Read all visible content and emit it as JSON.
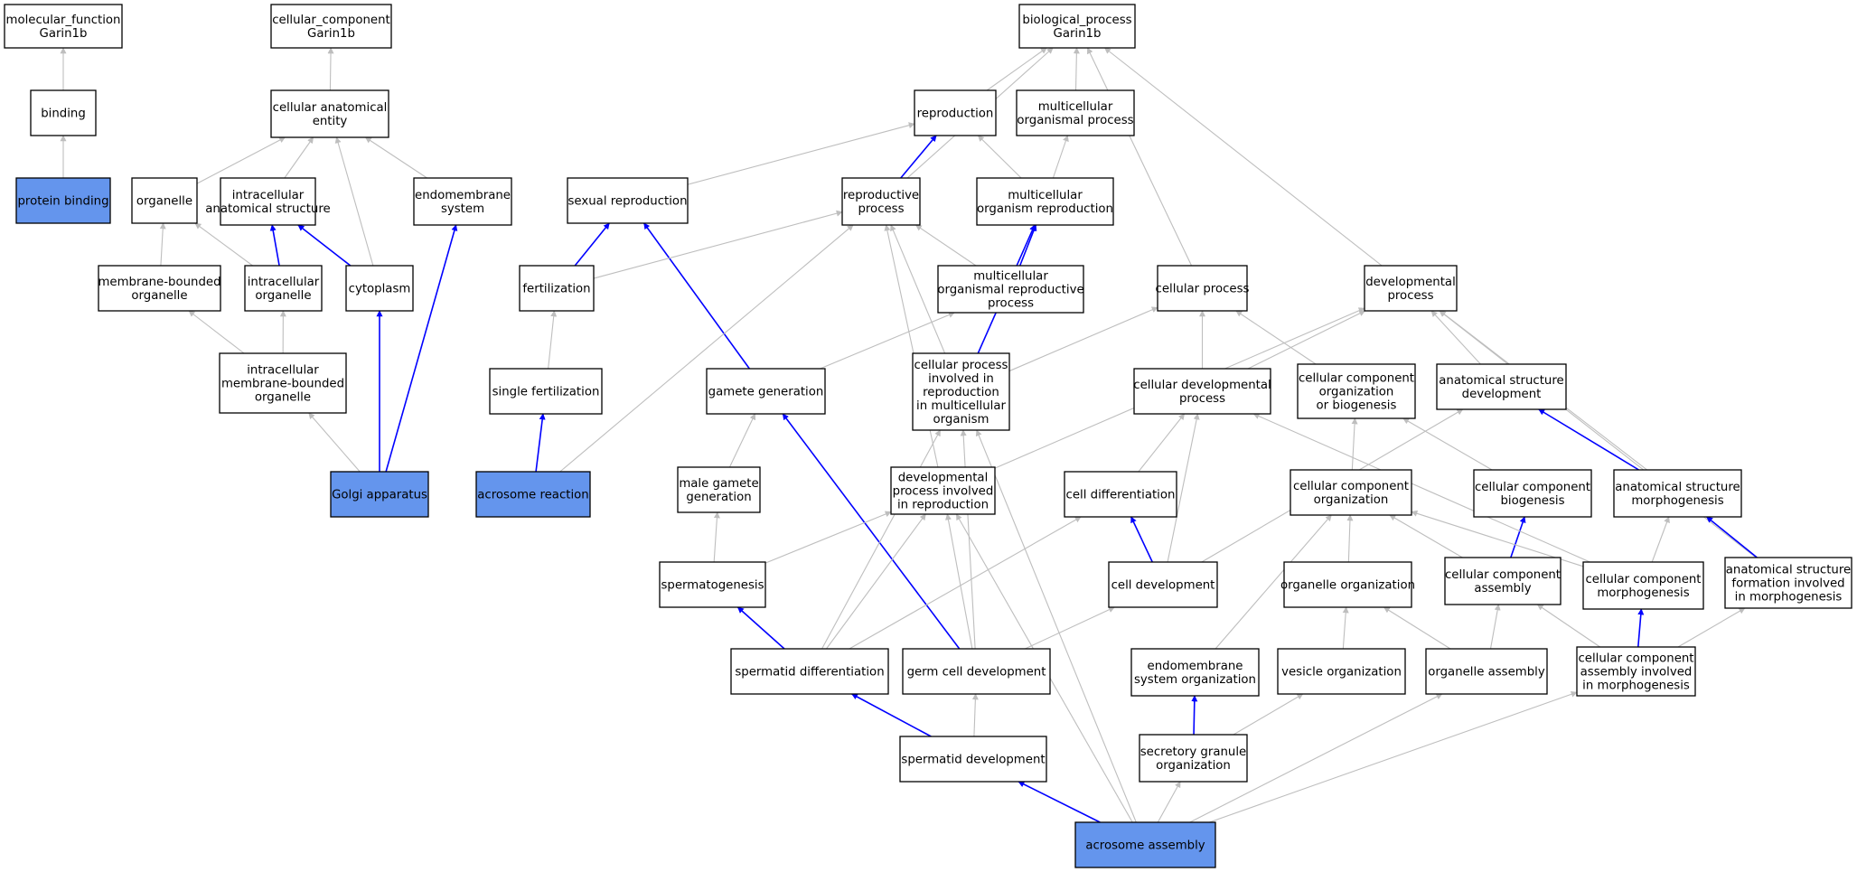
{
  "colors": {
    "node_fill": "#ffffff",
    "highlight_fill": "#6495ed",
    "node_border": "#000000",
    "edge_gray": "#bebebe",
    "edge_blue": "#0000ff"
  },
  "nodes": [
    {
      "id": "mf",
      "label": [
        "molecular_function",
        "Garin1b"
      ],
      "highlight": false
    },
    {
      "id": "binding",
      "label": [
        "binding"
      ],
      "highlight": false
    },
    {
      "id": "protbind",
      "label": [
        "protein binding"
      ],
      "highlight": true
    },
    {
      "id": "cc",
      "label": [
        "cellular_component",
        "Garin1b"
      ],
      "highlight": false
    },
    {
      "id": "cae",
      "label": [
        "cellular anatomical",
        "entity"
      ],
      "highlight": false
    },
    {
      "id": "organelle",
      "label": [
        "organelle"
      ],
      "highlight": false
    },
    {
      "id": "ias",
      "label": [
        "intracellular",
        "anatomical structure"
      ],
      "highlight": false
    },
    {
      "id": "endosys",
      "label": [
        "endomembrane",
        "system"
      ],
      "highlight": false
    },
    {
      "id": "mbo",
      "label": [
        "membrane-bounded",
        "organelle"
      ],
      "highlight": false
    },
    {
      "id": "io",
      "label": [
        "intracellular",
        "organelle"
      ],
      "highlight": false
    },
    {
      "id": "cytoplasm",
      "label": [
        "cytoplasm"
      ],
      "highlight": false
    },
    {
      "id": "imbo",
      "label": [
        "intracellular",
        "membrane-bounded",
        "organelle"
      ],
      "highlight": false
    },
    {
      "id": "golgi",
      "label": [
        "Golgi apparatus"
      ],
      "highlight": true
    },
    {
      "id": "bp",
      "label": [
        "biological_process",
        "Garin1b"
      ],
      "highlight": false
    },
    {
      "id": "reproduction",
      "label": [
        "reproduction"
      ],
      "highlight": false
    },
    {
      "id": "mop",
      "label": [
        "multicellular",
        "organismal process"
      ],
      "highlight": false
    },
    {
      "id": "sexrep",
      "label": [
        "sexual reproduction"
      ],
      "highlight": false
    },
    {
      "id": "repproc",
      "label": [
        "reproductive",
        "process"
      ],
      "highlight": false
    },
    {
      "id": "mor",
      "label": [
        "multicellular",
        "organism reproduction"
      ],
      "highlight": false
    },
    {
      "id": "fert",
      "label": [
        "fertilization"
      ],
      "highlight": false
    },
    {
      "id": "morp",
      "label": [
        "multicellular",
        "organismal reproductive",
        "process"
      ],
      "highlight": false
    },
    {
      "id": "cellproc",
      "label": [
        "cellular process"
      ],
      "highlight": false
    },
    {
      "id": "devproc",
      "label": [
        "developmental",
        "process"
      ],
      "highlight": false
    },
    {
      "id": "singfert",
      "label": [
        "single fertilization"
      ],
      "highlight": false
    },
    {
      "id": "gamgen",
      "label": [
        "gamete generation"
      ],
      "highlight": false
    },
    {
      "id": "cpirmo",
      "label": [
        "cellular process",
        "involved in",
        "reproduction",
        "in multicellular",
        "organism"
      ],
      "highlight": false
    },
    {
      "id": "celldevproc",
      "label": [
        "cellular developmental",
        "process"
      ],
      "highlight": false
    },
    {
      "id": "ccob",
      "label": [
        "cellular component",
        "organization",
        "or biogenesis"
      ],
      "highlight": false
    },
    {
      "id": "asd",
      "label": [
        "anatomical structure",
        "development"
      ],
      "highlight": false
    },
    {
      "id": "acrreact",
      "label": [
        "acrosome reaction"
      ],
      "highlight": true
    },
    {
      "id": "malegam",
      "label": [
        "male gamete",
        "generation"
      ],
      "highlight": false
    },
    {
      "id": "dpir",
      "label": [
        "developmental",
        "process involved",
        "in reproduction"
      ],
      "highlight": false
    },
    {
      "id": "celldiff",
      "label": [
        "cell differentiation"
      ],
      "highlight": false
    },
    {
      "id": "cco",
      "label": [
        "cellular component",
        "organization"
      ],
      "highlight": false
    },
    {
      "id": "ccb",
      "label": [
        "cellular component",
        "biogenesis"
      ],
      "highlight": false
    },
    {
      "id": "asm",
      "label": [
        "anatomical structure",
        "morphogenesis"
      ],
      "highlight": false
    },
    {
      "id": "spermgen",
      "label": [
        "spermatogenesis"
      ],
      "highlight": false
    },
    {
      "id": "celldev",
      "label": [
        "cell development"
      ],
      "highlight": false
    },
    {
      "id": "orgorg",
      "label": [
        "organelle organization"
      ],
      "highlight": false
    },
    {
      "id": "cca",
      "label": [
        "cellular component",
        "assembly"
      ],
      "highlight": false
    },
    {
      "id": "ccm",
      "label": [
        "cellular component",
        "morphogenesis"
      ],
      "highlight": false
    },
    {
      "id": "asfim",
      "label": [
        "anatomical structure",
        "formation involved",
        "in morphogenesis"
      ],
      "highlight": false
    },
    {
      "id": "spdiff",
      "label": [
        "spermatid differentiation"
      ],
      "highlight": false
    },
    {
      "id": "germdev",
      "label": [
        "germ cell development"
      ],
      "highlight": false
    },
    {
      "id": "endoorg",
      "label": [
        "endomembrane",
        "system organization"
      ],
      "highlight": false
    },
    {
      "id": "vesorg",
      "label": [
        "vesicle organization"
      ],
      "highlight": false
    },
    {
      "id": "orgasm",
      "label": [
        "organelle assembly"
      ],
      "highlight": false
    },
    {
      "id": "ccaim",
      "label": [
        "cellular component",
        "assembly involved",
        "in morphogenesis"
      ],
      "highlight": false
    },
    {
      "id": "spdev",
      "label": [
        "spermatid development"
      ],
      "highlight": false
    },
    {
      "id": "secgran",
      "label": [
        "secretory granule",
        "organization"
      ],
      "highlight": false
    },
    {
      "id": "acrasm",
      "label": [
        "acrosome assembly"
      ],
      "highlight": true
    }
  ],
  "edges": [
    [
      "binding",
      "mf",
      "gray"
    ],
    [
      "protbind",
      "binding",
      "gray"
    ],
    [
      "cae",
      "cc",
      "gray"
    ],
    [
      "organelle",
      "cae",
      "gray"
    ],
    [
      "ias",
      "cae",
      "gray"
    ],
    [
      "endosys",
      "cae",
      "gray"
    ],
    [
      "cytoplasm",
      "cae",
      "gray"
    ],
    [
      "mbo",
      "organelle",
      "gray"
    ],
    [
      "io",
      "organelle",
      "gray"
    ],
    [
      "io",
      "ias",
      "blue"
    ],
    [
      "cytoplasm",
      "ias",
      "blue"
    ],
    [
      "imbo",
      "mbo",
      "gray"
    ],
    [
      "imbo",
      "io",
      "gray"
    ],
    [
      "golgi",
      "imbo",
      "gray"
    ],
    [
      "golgi",
      "cytoplasm",
      "blue"
    ],
    [
      "golgi",
      "endosys",
      "blue"
    ],
    [
      "reproduction",
      "bp",
      "gray"
    ],
    [
      "mop",
      "bp",
      "gray"
    ],
    [
      "repproc",
      "bp",
      "gray"
    ],
    [
      "cellproc",
      "bp",
      "gray"
    ],
    [
      "devproc",
      "bp",
      "gray"
    ],
    [
      "sexrep",
      "reproduction",
      "gray"
    ],
    [
      "repproc",
      "reproduction",
      "blue"
    ],
    [
      "mor",
      "reproduction",
      "gray"
    ],
    [
      "mor",
      "mop",
      "gray"
    ],
    [
      "fert",
      "sexrep",
      "blue"
    ],
    [
      "gamgen",
      "sexrep",
      "blue"
    ],
    [
      "fert",
      "repproc",
      "gray"
    ],
    [
      "morp",
      "repproc",
      "gray"
    ],
    [
      "cpirmo",
      "repproc",
      "gray"
    ],
    [
      "dpir",
      "repproc",
      "gray"
    ],
    [
      "acrreact",
      "repproc",
      "gray"
    ],
    [
      "morp",
      "mor",
      "blue"
    ],
    [
      "cpirmo",
      "mor",
      "blue"
    ],
    [
      "singfert",
      "fert",
      "gray"
    ],
    [
      "acrreact",
      "singfert",
      "blue"
    ],
    [
      "gamgen",
      "morp",
      "gray"
    ],
    [
      "malegam",
      "gamgen",
      "gray"
    ],
    [
      "germdev",
      "gamgen",
      "blue"
    ],
    [
      "cpirmo",
      "cellproc",
      "gray"
    ],
    [
      "celldevproc",
      "cellproc",
      "gray"
    ],
    [
      "ccob",
      "cellproc",
      "gray"
    ],
    [
      "celldevproc",
      "devproc",
      "gray"
    ],
    [
      "asd",
      "devproc",
      "gray"
    ],
    [
      "asm",
      "devproc",
      "gray"
    ],
    [
      "asfim",
      "devproc",
      "gray"
    ],
    [
      "dpir",
      "devproc",
      "gray"
    ],
    [
      "spermgen",
      "malegam",
      "gray"
    ],
    [
      "spermgen",
      "dpir",
      "gray"
    ],
    [
      "spdiff",
      "spermgen",
      "blue"
    ],
    [
      "celldiff",
      "celldevproc",
      "gray"
    ],
    [
      "celldev",
      "celldevproc",
      "gray"
    ],
    [
      "celldev",
      "asd",
      "gray"
    ],
    [
      "celldev",
      "celldiff",
      "blue"
    ],
    [
      "cco",
      "ccob",
      "gray"
    ],
    [
      "ccb",
      "ccob",
      "gray"
    ],
    [
      "cca",
      "ccb",
      "blue"
    ],
    [
      "asm",
      "asd",
      "blue"
    ],
    [
      "ccm",
      "asm",
      "gray"
    ],
    [
      "asfim",
      "asm",
      "blue"
    ],
    [
      "orgorg",
      "cco",
      "gray"
    ],
    [
      "cca",
      "cco",
      "gray"
    ],
    [
      "ccm",
      "cco",
      "gray"
    ],
    [
      "endoorg",
      "cco",
      "gray"
    ],
    [
      "ccm",
      "celldevproc",
      "gray"
    ],
    [
      "vesorg",
      "orgorg",
      "gray"
    ],
    [
      "orgasm",
      "orgorg",
      "gray"
    ],
    [
      "orgasm",
      "cca",
      "gray"
    ],
    [
      "ccaim",
      "cca",
      "gray"
    ],
    [
      "ccaim",
      "ccm",
      "blue"
    ],
    [
      "ccaim",
      "asfim",
      "gray"
    ],
    [
      "spdiff",
      "dpir",
      "gray"
    ],
    [
      "spdiff",
      "cpirmo",
      "gray"
    ],
    [
      "spdiff",
      "celldiff",
      "gray"
    ],
    [
      "germdev",
      "dpir",
      "gray"
    ],
    [
      "germdev",
      "cpirmo",
      "gray"
    ],
    [
      "germdev",
      "celldev",
      "gray"
    ],
    [
      "spdev",
      "spdiff",
      "blue"
    ],
    [
      "spdev",
      "germdev",
      "gray"
    ],
    [
      "secgran",
      "endoorg",
      "blue"
    ],
    [
      "secgran",
      "vesorg",
      "gray"
    ],
    [
      "acrasm",
      "spdev",
      "blue"
    ],
    [
      "acrasm",
      "secgran",
      "gray"
    ],
    [
      "acrasm",
      "orgasm",
      "gray"
    ],
    [
      "acrasm",
      "ccaim",
      "gray"
    ],
    [
      "acrasm",
      "dpir",
      "gray"
    ],
    [
      "acrasm",
      "cpirmo",
      "gray"
    ]
  ]
}
